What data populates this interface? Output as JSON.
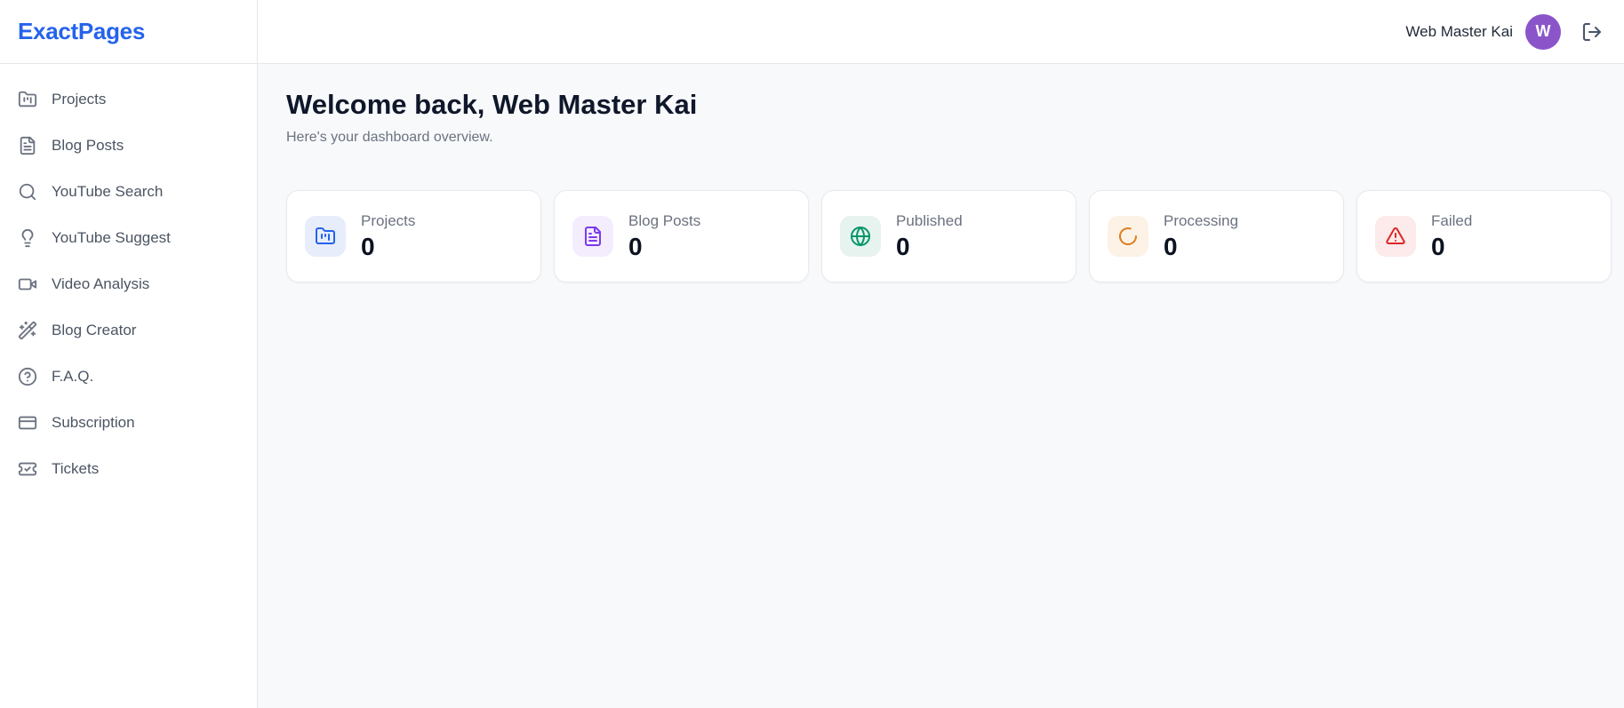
{
  "brand": {
    "logo_text": "ExactPages",
    "logo_color": "#2563eb"
  },
  "header": {
    "user_name": "Web Master Kai",
    "avatar_initial": "W",
    "avatar_color": "#8b55c9"
  },
  "sidebar": {
    "items": [
      {
        "label": "Projects",
        "icon": "folder-kanban-icon"
      },
      {
        "label": "Blog Posts",
        "icon": "file-text-icon"
      },
      {
        "label": "YouTube Search",
        "icon": "search-icon"
      },
      {
        "label": "YouTube Suggest",
        "icon": "lightbulb-icon"
      },
      {
        "label": "Video Analysis",
        "icon": "video-camera-icon"
      },
      {
        "label": "Blog Creator",
        "icon": "magic-wand-icon"
      },
      {
        "label": "F.A.Q.",
        "icon": "help-circle-icon"
      },
      {
        "label": "Subscription",
        "icon": "credit-card-icon"
      },
      {
        "label": "Tickets",
        "icon": "ticket-check-icon"
      }
    ]
  },
  "main": {
    "welcome_title": "Welcome back, Web Master Kai",
    "welcome_subtitle": "Here's your dashboard overview.",
    "stats": [
      {
        "label": "Projects",
        "value": "0",
        "icon": "folder-kanban-icon",
        "icon_color": "#2563eb",
        "icon_bg": "#e7edfb"
      },
      {
        "label": "Blog Posts",
        "value": "0",
        "icon": "file-text-icon",
        "icon_color": "#7c3aed",
        "icon_bg": "#f3edfd"
      },
      {
        "label": "Published",
        "value": "0",
        "icon": "globe-icon",
        "icon_color": "#059669",
        "icon_bg": "#e7f3ef"
      },
      {
        "label": "Processing",
        "value": "0",
        "icon": "spinner-icon",
        "icon_color": "#dd7d1c",
        "icon_bg": "#fdf2e6"
      },
      {
        "label": "Failed",
        "value": "0",
        "icon": "alert-triangle-icon",
        "icon_color": "#dc2626",
        "icon_bg": "#fdeaea"
      }
    ]
  }
}
